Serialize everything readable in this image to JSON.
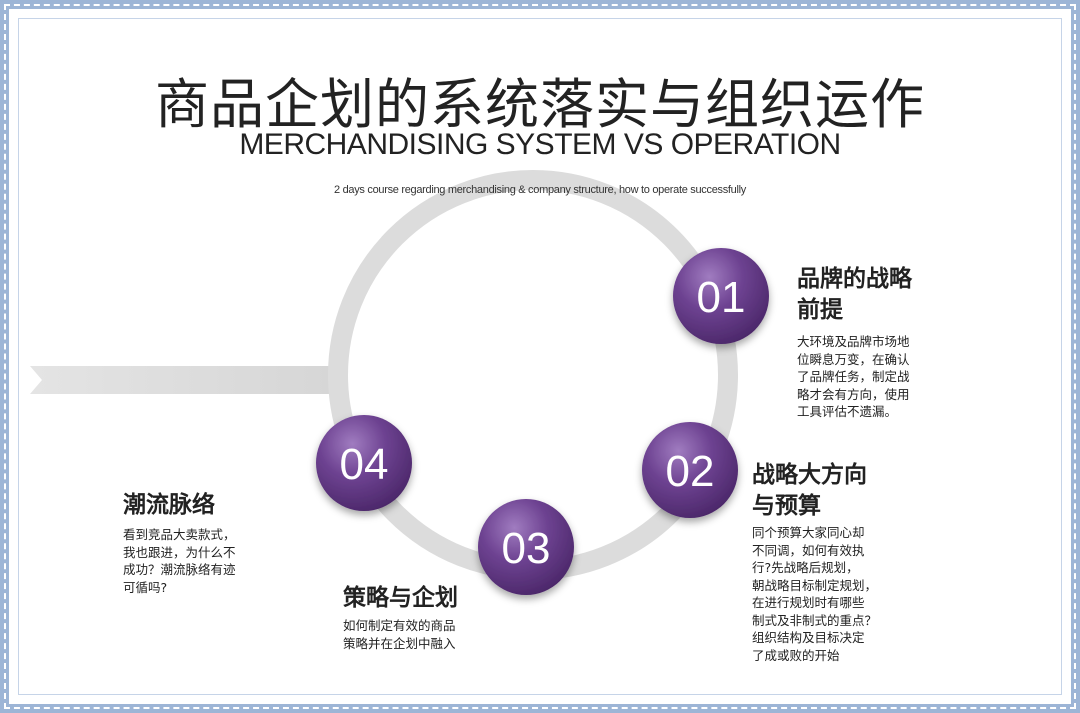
{
  "title_zh": "商品企划的系统落实与组织运作",
  "title_en": "MERCHANDISING SYSTEM VS OPERATION",
  "subtitle": "2 days course regarding merchandising & company structure, how to operate successfully",
  "colors": {
    "node_fill": "#6a3f8c",
    "node_highlight": "#9a74b8",
    "ring": "#dcdcdc",
    "border": "#9db5d6"
  },
  "nodes": [
    {
      "number": "01",
      "title_lines": [
        "品牌的战略",
        "前提"
      ],
      "desc_lines": [
        "大环境及品牌市场地",
        "位瞬息万变，在确认",
        "了品牌任务，制定战",
        "略才会有方向，使用",
        "工具评估不遗漏。"
      ]
    },
    {
      "number": "02",
      "title_lines": [
        "战略大方向",
        "与预算"
      ],
      "desc_lines": [
        "同个预算大家同心却",
        "不同调，如何有效执",
        "行?先战略后规划，",
        "朝战略目标制定规划，",
        "在进行规划时有哪些",
        "制式及非制式的重点？",
        "组织结构及目标决定",
        "了成或败的开始"
      ]
    },
    {
      "number": "03",
      "title_lines": [
        "策略与企划"
      ],
      "desc_lines": [
        "如何制定有效的商品",
        "策略并在企划中融入"
      ]
    },
    {
      "number": "04",
      "title_lines": [
        "潮流脉络"
      ],
      "desc_lines": [
        "看到竞品大卖款式，",
        "我也跟进，为什么不",
        "成功？潮流脉络有迹",
        "可循吗?"
      ]
    }
  ]
}
